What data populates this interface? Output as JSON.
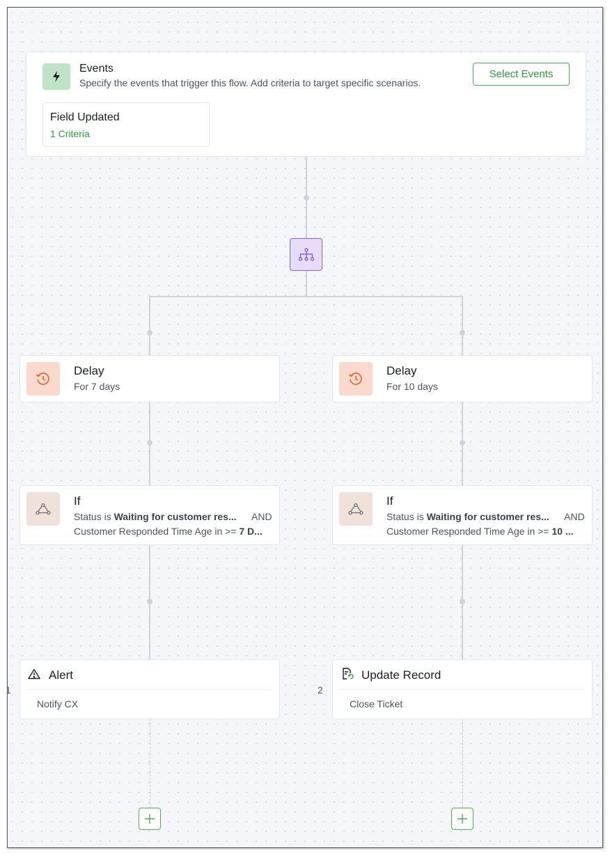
{
  "trigger": {
    "title": "Events",
    "description": "Specify the events that trigger this flow. Add criteria to target specific scenarios.",
    "select_button": "Select Events",
    "event": {
      "name": "Field Updated",
      "criteria": "1 Criteria"
    }
  },
  "branches": [
    {
      "delay": {
        "title": "Delay",
        "detail": "For 7 days"
      },
      "condition": {
        "title": "If",
        "line1": {
          "field": "Status",
          "op": "is",
          "value": "Waiting for customer res...",
          "join": "AND"
        },
        "line2": {
          "field": "Customer Responded Time",
          "op": "Age in >=",
          "value": "7 D..."
        }
      },
      "action": {
        "title": "Alert",
        "detail": "Notify CX",
        "index": "1",
        "icon": "warning-icon"
      }
    },
    {
      "delay": {
        "title": "Delay",
        "detail": "For 10 days"
      },
      "condition": {
        "title": "If",
        "line1": {
          "field": "Status",
          "op": "is",
          "value": "Waiting for customer res...",
          "join": "AND"
        },
        "line2": {
          "field": "Customer Responded Time",
          "op": "Age in >=",
          "value": "10 ..."
        }
      },
      "action": {
        "title": "Update Record",
        "detail": "Close Ticket",
        "index": "2",
        "icon": "record-update-icon"
      }
    }
  ],
  "colors": {
    "accent_green": "#2e9c3a",
    "branch_purple": "#8a5cd8",
    "delay_orange": "#e0682c"
  }
}
